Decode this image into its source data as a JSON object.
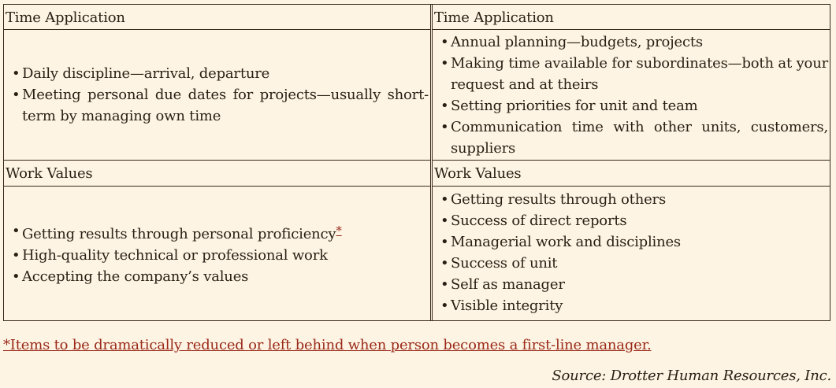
{
  "table": {
    "time_application": {
      "left_header": "Time Application",
      "right_header": "Time Application",
      "left_items": [
        "Daily discipline—arrival, departure",
        "Meeting personal due dates for projects—usually short-term by managing own time"
      ],
      "right_items": [
        "Annual planning—budgets, projects",
        "Making time available for subordinates—both at your request and at theirs",
        "Setting priorities for unit and team",
        "Communication time with other units, customers, suppliers"
      ]
    },
    "work_values": {
      "left_header": "Work Values",
      "right_header": "Work Values",
      "left_items": [
        "Getting results through personal proficiency",
        "High-quality technical or professional work",
        "Accepting the company’s values"
      ],
      "left_item_marker": "*",
      "right_items": [
        "Getting results through others",
        "Success of direct reports",
        "Managerial work and disciplines",
        "Success of unit",
        "Self as manager",
        "Visible integrity"
      ]
    },
    "bullet": "•"
  },
  "footnote": "*Items to be dramatically reduced or left behind when person becomes a first-line manager.",
  "source": "Source: Drotter Human Resources, Inc.",
  "colors": {
    "background": "#fdf4e3",
    "text": "#2a1f14",
    "accent": "#9a2a1a",
    "border": "#3a2a1c"
  }
}
